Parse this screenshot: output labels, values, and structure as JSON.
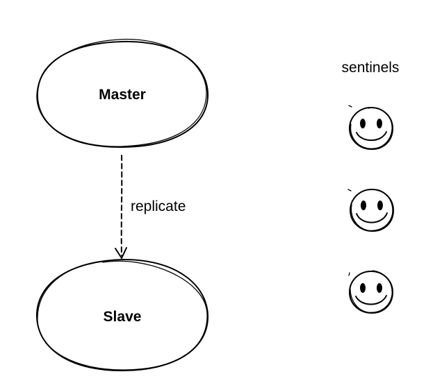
{
  "diagram": {
    "nodes": {
      "master": {
        "label": "Master"
      },
      "slave": {
        "label": "Slave"
      }
    },
    "edge": {
      "label": "replicate",
      "style": "dashed-arrow"
    },
    "sentinels": {
      "label": "sentinels",
      "count": 3,
      "icon": "smiley-face-icon"
    }
  }
}
